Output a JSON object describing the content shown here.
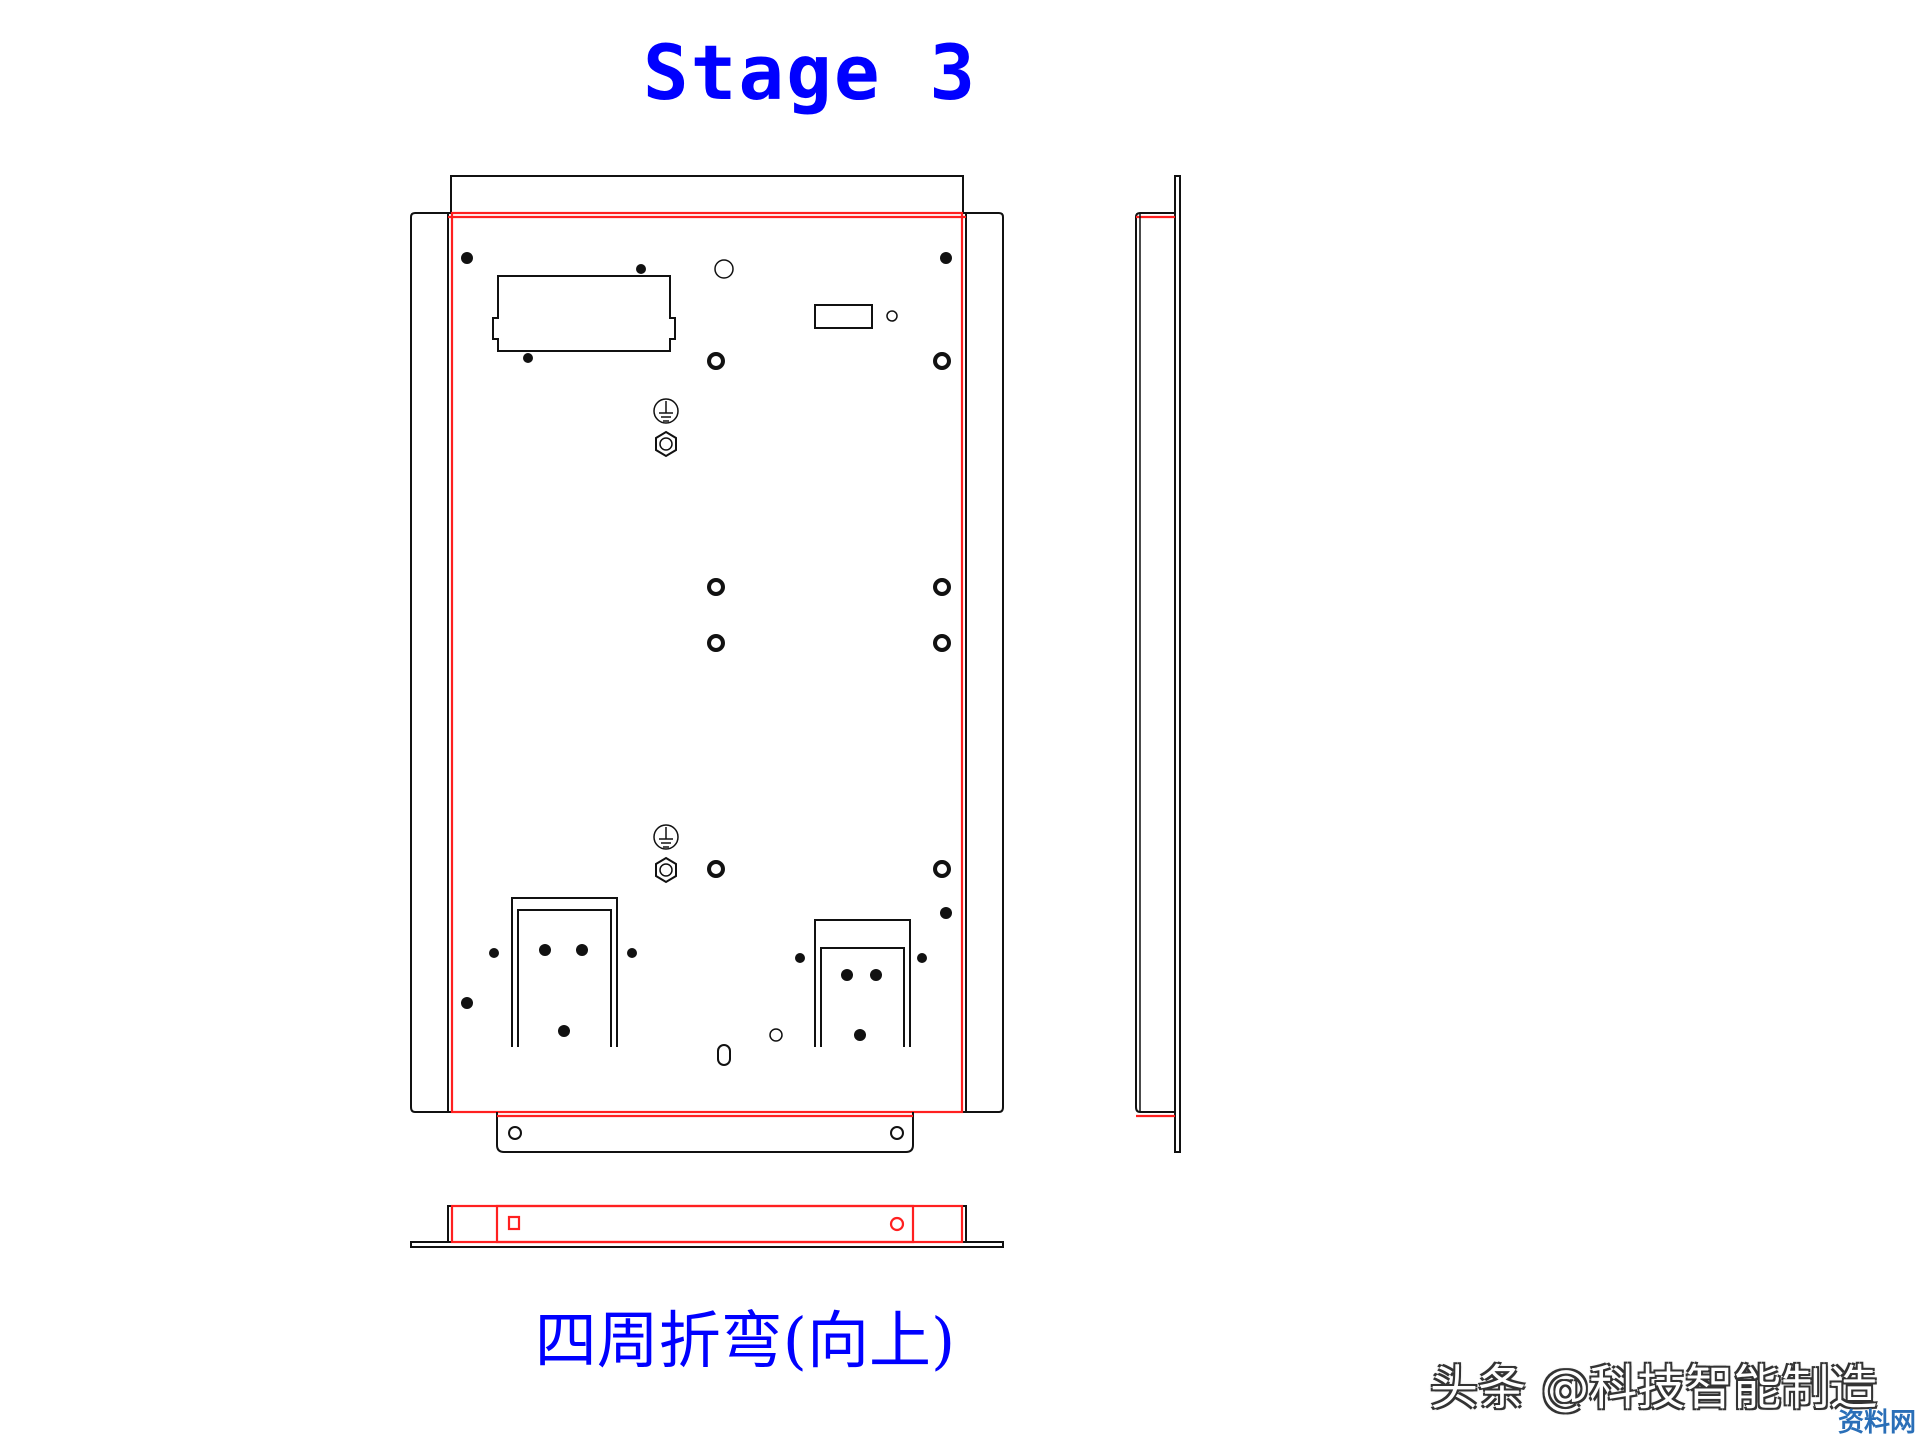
{
  "title": "Stage 3",
  "caption": "四周折弯(向上)",
  "watermark": "头条 @科技智能制造",
  "logo": "资料网",
  "colors": {
    "title_text": "#0000ff",
    "outline": "#111111",
    "bend_lines": "#ff2020"
  }
}
